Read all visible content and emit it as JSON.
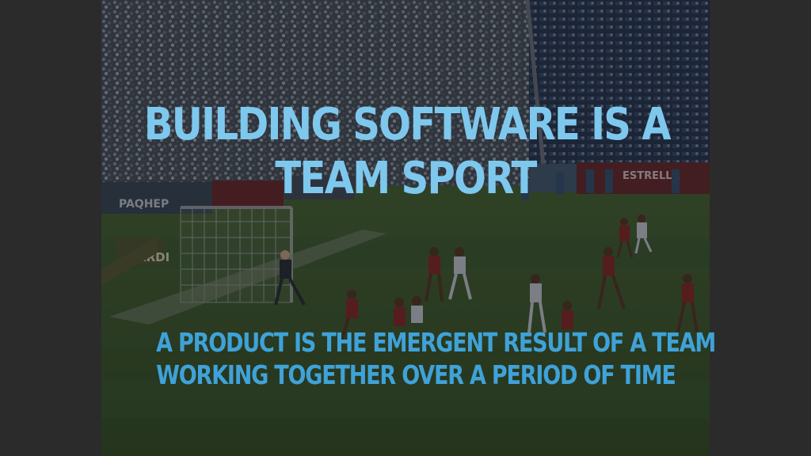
{
  "slide": {
    "title_lines": [
      "BUILDING SOFTWARE IS A",
      "TEAM SPORT"
    ],
    "subtitle_lines": [
      "A PRODUCT IS THE EMERGENT RESULT OF A TEAM",
      "WORKING TOGETHER OVER A PERIOD OF TIME"
    ]
  },
  "photo": {
    "banner_texts": [
      "PAQHEP",
      "ESTRELLA",
      "CARDI"
    ]
  },
  "colors": {
    "background": "#2b2b2b",
    "title": "#7ec8ee",
    "subtitle": "#3fa2d8"
  }
}
